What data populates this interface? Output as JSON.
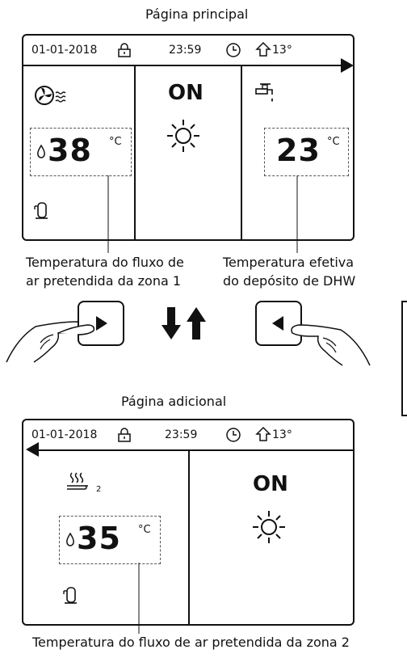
{
  "page1": {
    "title": "Página principal",
    "date": "01-01-2018",
    "time": "23:59",
    "outdoor_temp": "13°",
    "zone1_temp": "38",
    "zone1_unit": "°C",
    "status": "ON",
    "dhw_temp": "23",
    "dhw_unit": "°C",
    "caption_left_1": "Temperatura do fluxo de",
    "caption_left_2": "ar pretendida da zona 1",
    "caption_right_1": "Temperatura efetiva",
    "caption_right_2": "do depósito de DHW"
  },
  "page2": {
    "title": "Página adicional",
    "date": "01-01-2018",
    "time": "23:59",
    "outdoor_temp": "13°",
    "zone_sub": "2",
    "zone2_temp": "35",
    "zone2_unit": "°C",
    "status": "ON",
    "caption": "Temperatura do fluxo de ar pretendida da zona 2"
  },
  "icons": [
    "lock-icon",
    "clock-icon",
    "house-icon",
    "fan-heat-icon",
    "water-drop-icon",
    "compressor-icon",
    "sun-icon",
    "tap-icon",
    "floor-heating-icon",
    "right-arrow-key-icon",
    "left-arrow-key-icon",
    "down-arrow-icon",
    "up-arrow-icon",
    "hand-icon"
  ]
}
